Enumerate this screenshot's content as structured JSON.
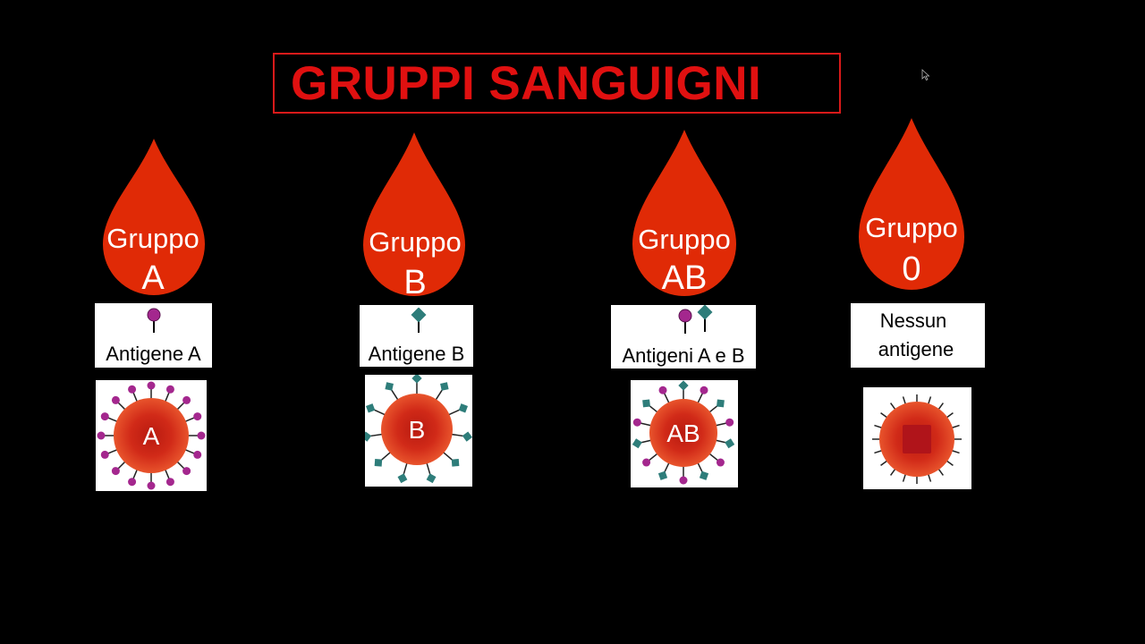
{
  "title": "GRUPPI SANGUIGNI",
  "colors": {
    "drop": "#e02a06",
    "title": "#e01010",
    "antigen_a": "#a4278e",
    "antigen_b": "#2e7d7a",
    "cell": "#c82a1a"
  },
  "groups": [
    {
      "drop_label": "Gruppo",
      "drop_letter": "A",
      "antigen_label": "Antigene A",
      "cell_label": "A"
    },
    {
      "drop_label": "Gruppo",
      "drop_letter": "B",
      "antigen_label": "Antigene B",
      "cell_label": "B"
    },
    {
      "drop_label": "Gruppo",
      "drop_letter": "AB",
      "antigen_label": "Antigeni A e B",
      "cell_label": "AB"
    },
    {
      "drop_label": "Gruppo",
      "drop_letter": "0",
      "antigen_label_line1": "Nessun",
      "antigen_label_line2": "antigene",
      "cell_label": ""
    }
  ]
}
